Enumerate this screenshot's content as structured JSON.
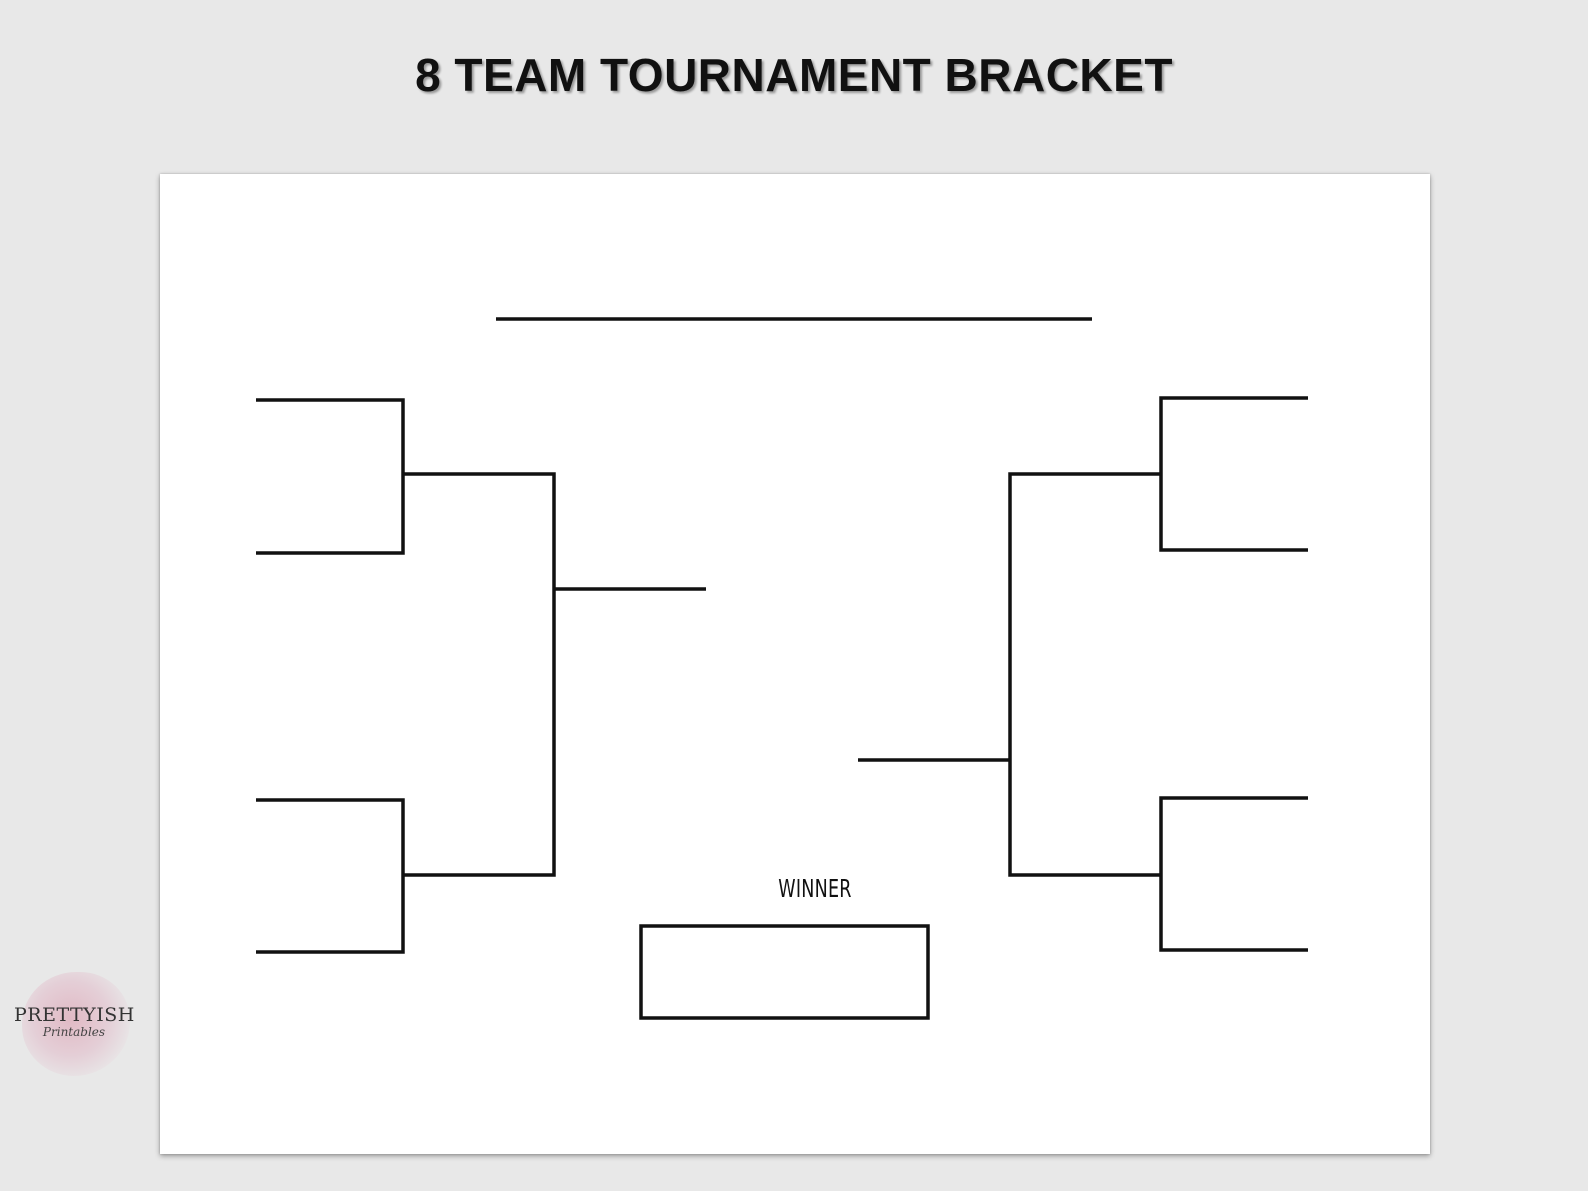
{
  "page": {
    "title": "8 TEAM TOURNAMENT BRACKET"
  },
  "sheet": {
    "winner_label": "WINNER"
  },
  "watermark": {
    "brand": "PRETTYISH",
    "tagline": "Printables"
  },
  "colors": {
    "background": "#e8e8e8",
    "sheet": "#ffffff",
    "line": "#111111",
    "watermark_blot": "#deaab9"
  }
}
